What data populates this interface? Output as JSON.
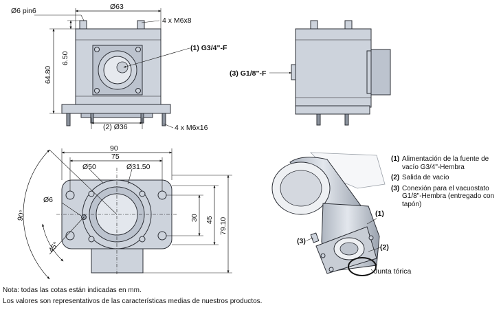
{
  "top_view": {
    "pin_label": "Ø6 pin6",
    "width_label": "Ø63",
    "screws_top": "4 x M6x8",
    "port1_label": "(1) G3/4\"-F",
    "height_small": "6.50",
    "height_total": "64.80",
    "bottom_label": "(2) Ø36",
    "screws_bottom": "4 x M6x16"
  },
  "side_view": {
    "port3_label": "(3) G1/8\"-F"
  },
  "plan_view": {
    "dim_90": "90",
    "dim_75": "75",
    "dim_50": "Ø50",
    "dim_3150": "Ø31.50",
    "dim_6": "Ø6",
    "dim_30": "30",
    "dim_45": "45",
    "dim_7910": "79.10",
    "angle_90": "90°",
    "angle_45": "45°"
  },
  "iso_view": {
    "callout_1": "(1)",
    "callout_2": "(2)",
    "callout_3": "(3)",
    "oring_label": "Junta tórica"
  },
  "legend": [
    {
      "num": "(1)",
      "text": "Alimentación de la fuente de vacío G3/4\"-Hembra"
    },
    {
      "num": "(2)",
      "text": "Salida de vacío"
    },
    {
      "num": "(3)",
      "text": "Conexión para el vacuostato G1/8\"-Hembra (entregado con tapón)"
    }
  ],
  "notes": {
    "line1": "Nota: todas las cotas están indicadas en mm.",
    "line2": "Los valores son representativos de las características medias de nuestros productos."
  },
  "colors": {
    "body": "#cdd3dc",
    "outline": "#2c2f36"
  }
}
